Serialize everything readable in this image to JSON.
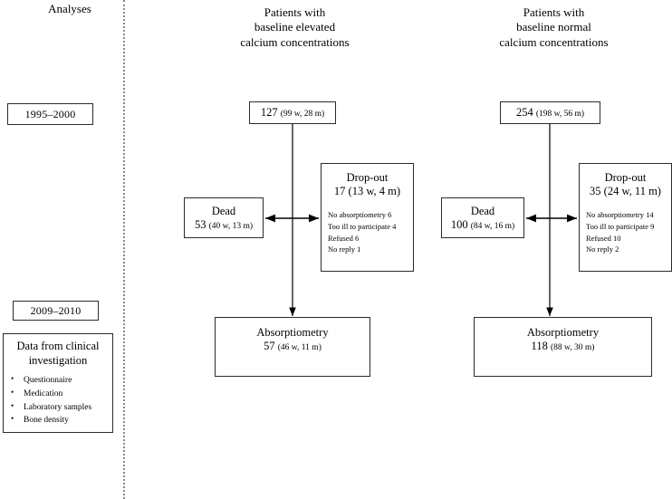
{
  "left_panel": {
    "header": "Analyses",
    "period_top": "1995–2000",
    "period_bottom": "2009–2010",
    "data_box": {
      "title_line1": "Data from clinical",
      "title_line2": "investigation",
      "items": [
        "Questionnaire",
        "Medication",
        "Laboratory samples",
        "Bone density"
      ]
    }
  },
  "columns": [
    {
      "title_line1": "Patients with",
      "title_line2": "baseline elevated",
      "title_line3": "calcium concentrations",
      "cohort": {
        "count": "127",
        "detail": "(99 w, 28 m)"
      },
      "dead": {
        "label": "Dead",
        "count": "53",
        "detail": "(40 w, 13 m)"
      },
      "dropout": {
        "label": "Drop-out",
        "count": "17",
        "detail": "(13 w, 4 m)",
        "reasons": [
          {
            "text": "No absorptiometry",
            "value": "6"
          },
          {
            "text": "Too ill to participate",
            "value": "4"
          },
          {
            "text": "Refused",
            "value": "6"
          },
          {
            "text": "No reply",
            "value": "1"
          }
        ]
      },
      "outcome": {
        "label": "Absorptiometry",
        "count": "57",
        "detail": "(46 w, 11 m)"
      }
    },
    {
      "title_line1": "Patients with",
      "title_line2": "baseline normal",
      "title_line3": "calcium concentrations",
      "cohort": {
        "count": "254",
        "detail": "(198 w, 56 m)"
      },
      "dead": {
        "label": "Dead",
        "count": "100",
        "detail": "(84 w, 16 m)"
      },
      "dropout": {
        "label": "Drop-out",
        "count": "35",
        "detail": "(24 w, 11 m)",
        "reasons": [
          {
            "text": "No absorptiometry",
            "value": "14"
          },
          {
            "text": "Too ill to participate",
            "value": "9"
          },
          {
            "text": "Refused",
            "value": "10"
          },
          {
            "text": "No reply",
            "value": "2"
          }
        ]
      },
      "outcome": {
        "label": "Absorptiometry",
        "count": "118",
        "detail": "(88 w, 30 m)"
      }
    }
  ],
  "colors": {
    "line": "#000000",
    "box_border": "#2b2b2b",
    "divider": "#8a8a8a",
    "background": "#ffffff"
  }
}
